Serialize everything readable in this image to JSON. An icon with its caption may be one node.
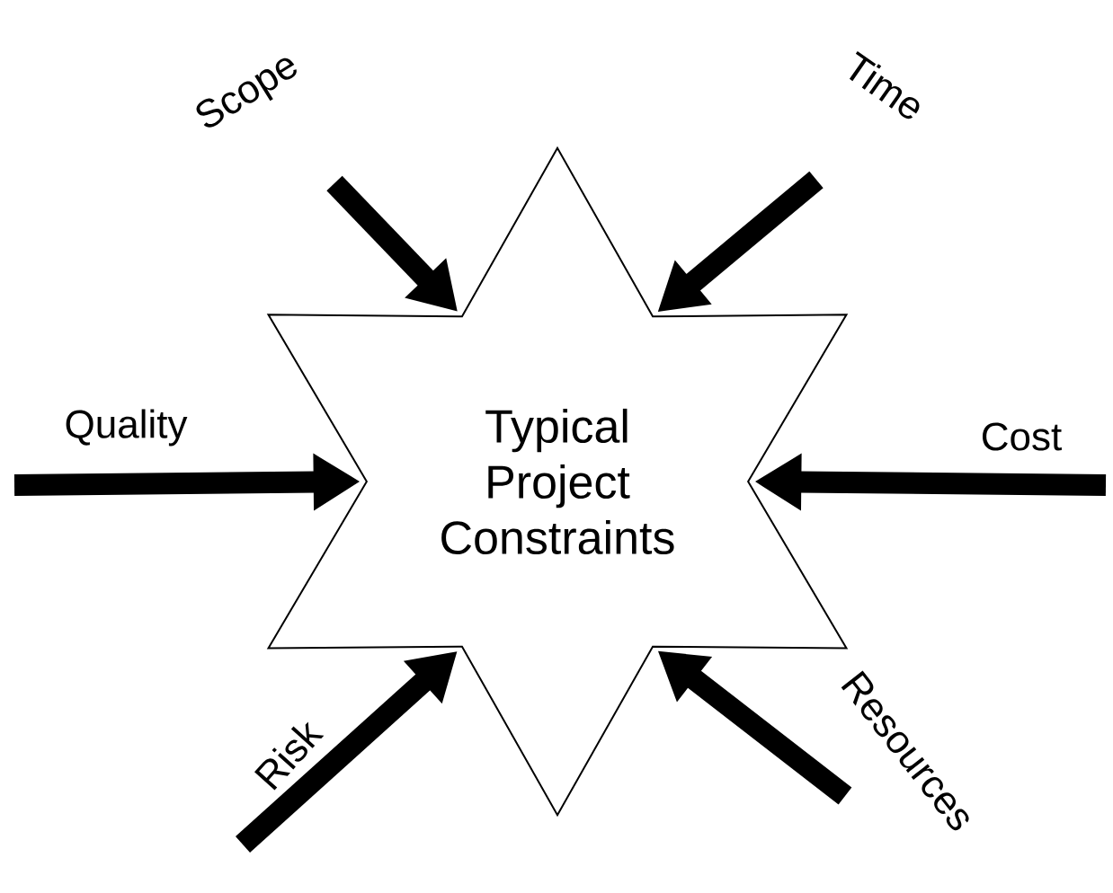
{
  "diagram": {
    "nodes": [
      {
        "text": [
          "Typical Project Constraints"
        ]
      },
      {
        "text": [
          "Scope"
        ]
      },
      {
        "text": [
          "Time"
        ]
      },
      {
        "text": [
          "Quality"
        ]
      },
      {
        "text": [
          "Cost"
        ]
      },
      {
        "text": [
          "Risk"
        ]
      },
      {
        "text": [
          "Resources"
        ]
      }
    ],
    "edges": [
      {
        "from": 1,
        "to": 0,
        "arrow": "to"
      },
      {
        "from": 2,
        "to": 0,
        "arrow": "to"
      },
      {
        "from": 3,
        "to": 0,
        "arrow": "to"
      },
      {
        "from": 4,
        "to": 0,
        "arrow": "to"
      },
      {
        "from": 5,
        "to": 0,
        "arrow": "to"
      },
      {
        "from": 6,
        "to": 0,
        "arrow": "to"
      }
    ]
  }
}
